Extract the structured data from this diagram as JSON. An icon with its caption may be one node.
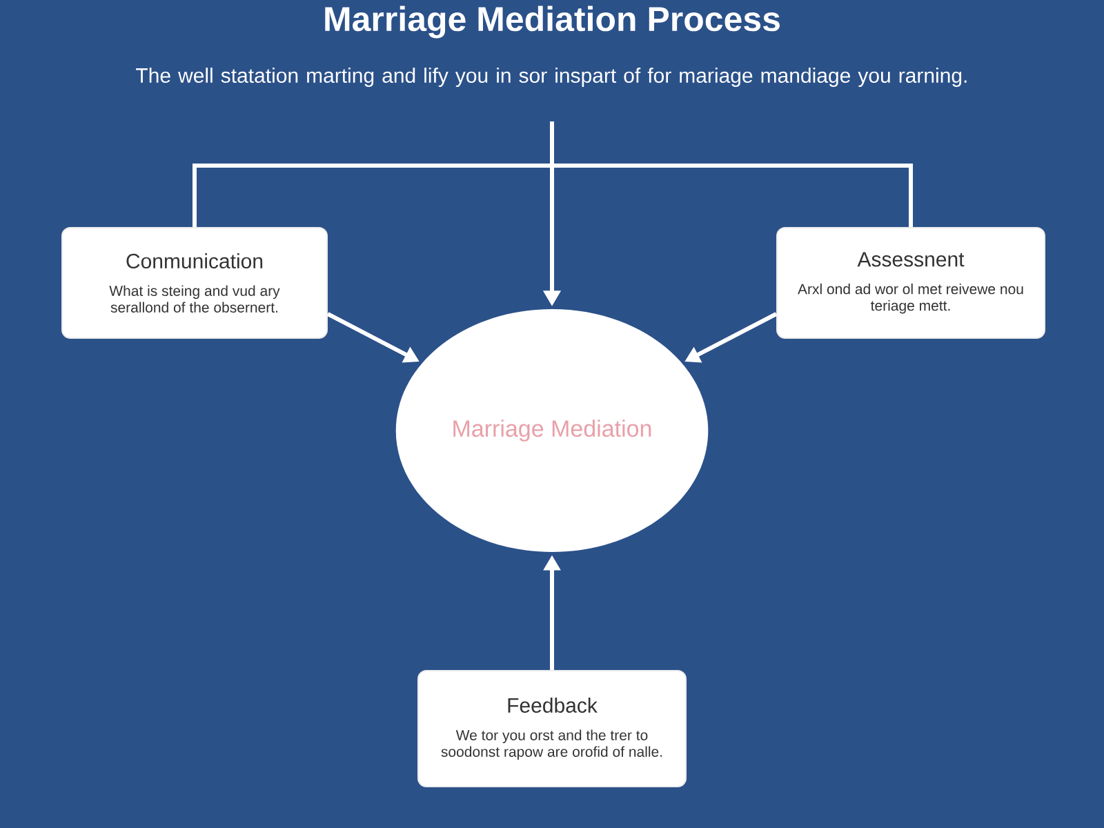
{
  "diagram": {
    "title": "Marriage Mediation Process",
    "nodes": [
      {
        "text": [
          "Conmunication",
          "What is steing and vud ary serallond of the obsernert."
        ]
      },
      {
        "text": [
          "Assessnent",
          "Arxl ond ad wor ol met reivewe nou teriage mett."
        ]
      },
      {
        "text": [
          "Marriage Mediation"
        ]
      },
      {
        "text": [
          "Feedback",
          "We tor you orst and the trer to soodonst rapow are orofid of nalle."
        ]
      }
    ],
    "edges": [
      {
        "from": 0,
        "to": 2,
        "arrow": "to"
      },
      {
        "from": 1,
        "to": 2,
        "arrow": "to"
      },
      {
        "from": 0,
        "to": 2,
        "arrow": "to"
      },
      {
        "from": 1,
        "to": 2,
        "arrow": "to"
      },
      {
        "from": 3,
        "to": 2,
        "arrow": "to"
      }
    ],
    "labels": [
      "The well statation marting and lify you in sor inspart of for mariage mandiage you rarning."
    ]
  }
}
